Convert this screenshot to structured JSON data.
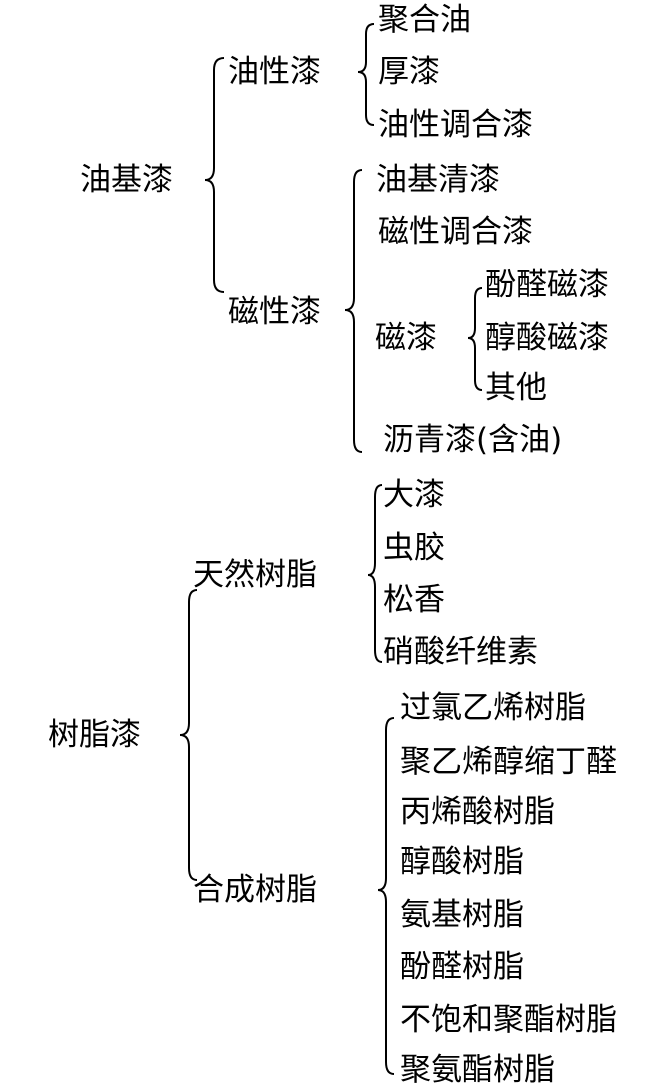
{
  "root1": {
    "label": "油基漆",
    "oil": {
      "label": "油性漆",
      "items": [
        "聚合油",
        "厚漆",
        "油性调合漆"
      ]
    },
    "enamel": {
      "label": "磁性漆",
      "items": [
        "油基清漆",
        "磁性调合漆"
      ],
      "cilacquer": {
        "label": "磁漆",
        "items": [
          "酚醛磁漆",
          "醇酸磁漆",
          "其他"
        ]
      },
      "last": "沥青漆(含油)"
    }
  },
  "root2": {
    "label": "树脂漆",
    "natural": {
      "label": "天然树脂",
      "items": [
        "大漆",
        "虫胶",
        "松香",
        "硝酸纤维素"
      ]
    },
    "synthetic": {
      "label": "合成树脂",
      "items": [
        "过氯乙烯树脂",
        "聚乙烯醇缩丁醛",
        "丙烯酸树脂",
        "醇酸树脂",
        "氨基树脂",
        "酚醛树脂",
        "不饱和聚酯树脂",
        "聚氨酯树脂"
      ]
    }
  }
}
